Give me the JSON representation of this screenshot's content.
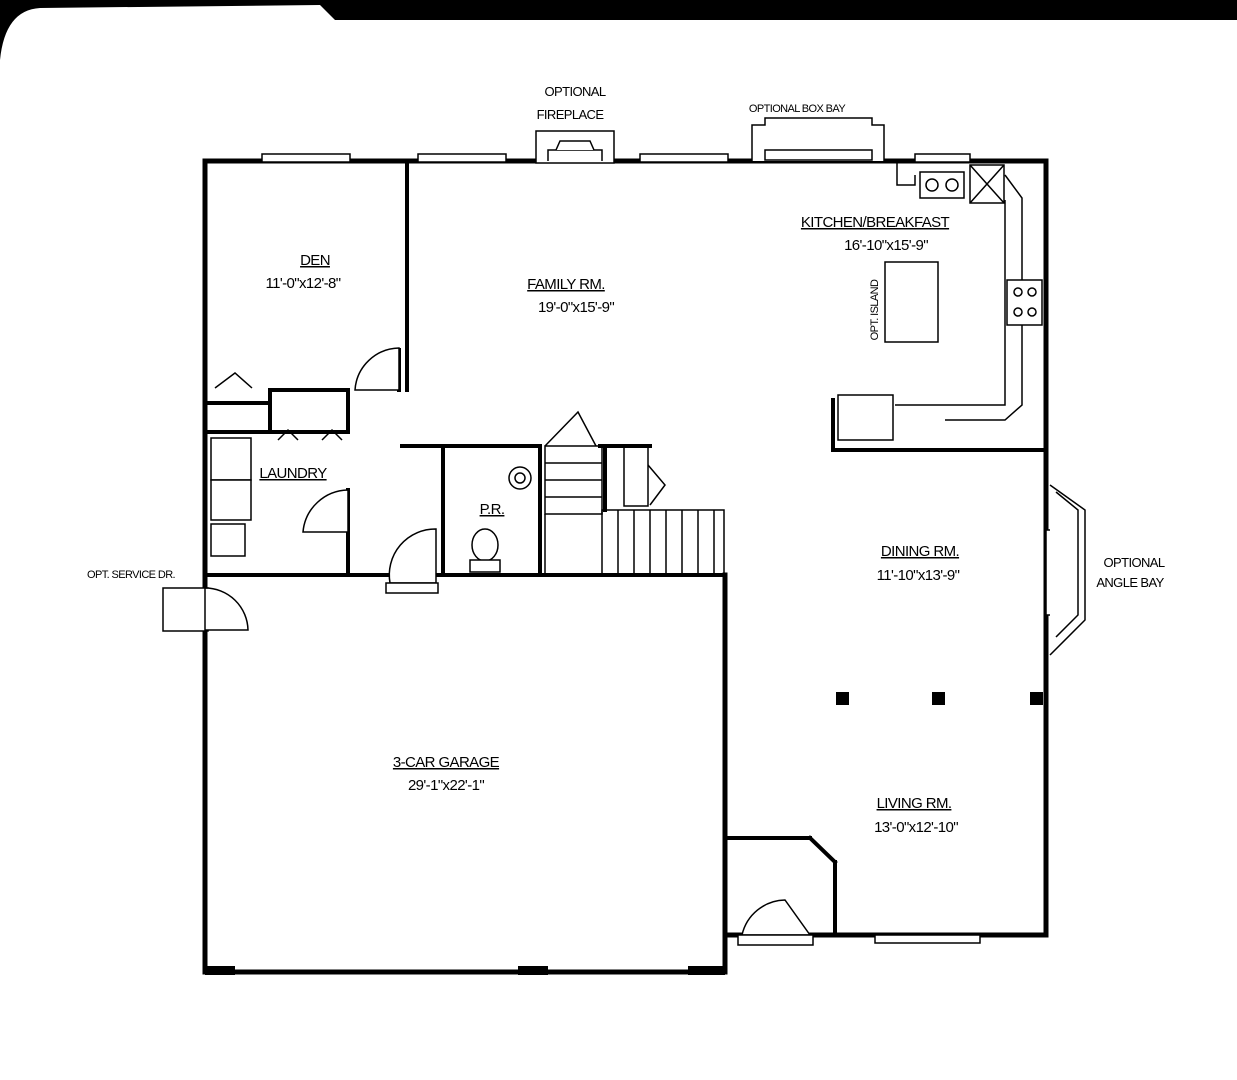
{
  "rooms": {
    "den": {
      "name": "DEN",
      "dims": "11'-0\"x12'-8\""
    },
    "family": {
      "name": "FAMILY RM.",
      "dims": "19'-0\"x15'-9\""
    },
    "kitchen": {
      "name": "KITCHEN/BREAKFAST",
      "dims": "16'-10\"x15'-9\""
    },
    "laundry": {
      "name": "LAUNDRY"
    },
    "powder": {
      "name": "P.R."
    },
    "dining": {
      "name": "DINING RM.",
      "dims": "11'-10\"x13'-9\""
    },
    "living": {
      "name": "LIVING RM.",
      "dims": "13'-0\"x12'-10\""
    },
    "garage": {
      "name": "3-CAR GARAGE",
      "dims": "29'-1\"x22'-1\""
    }
  },
  "notes": {
    "fireplace_line1": "OPTIONAL",
    "fireplace_line2": "FIREPLACE",
    "box_bay": "OPTIONAL BOX BAY",
    "angle_bay_line1": "OPTIONAL",
    "angle_bay_line2": "ANGLE BAY",
    "service_door": "OPT. SERVICE DR.",
    "island": "OPT. ISLAND"
  },
  "colors": {
    "background": "#000000",
    "paper": "#ffffff",
    "ink": "#000000"
  }
}
